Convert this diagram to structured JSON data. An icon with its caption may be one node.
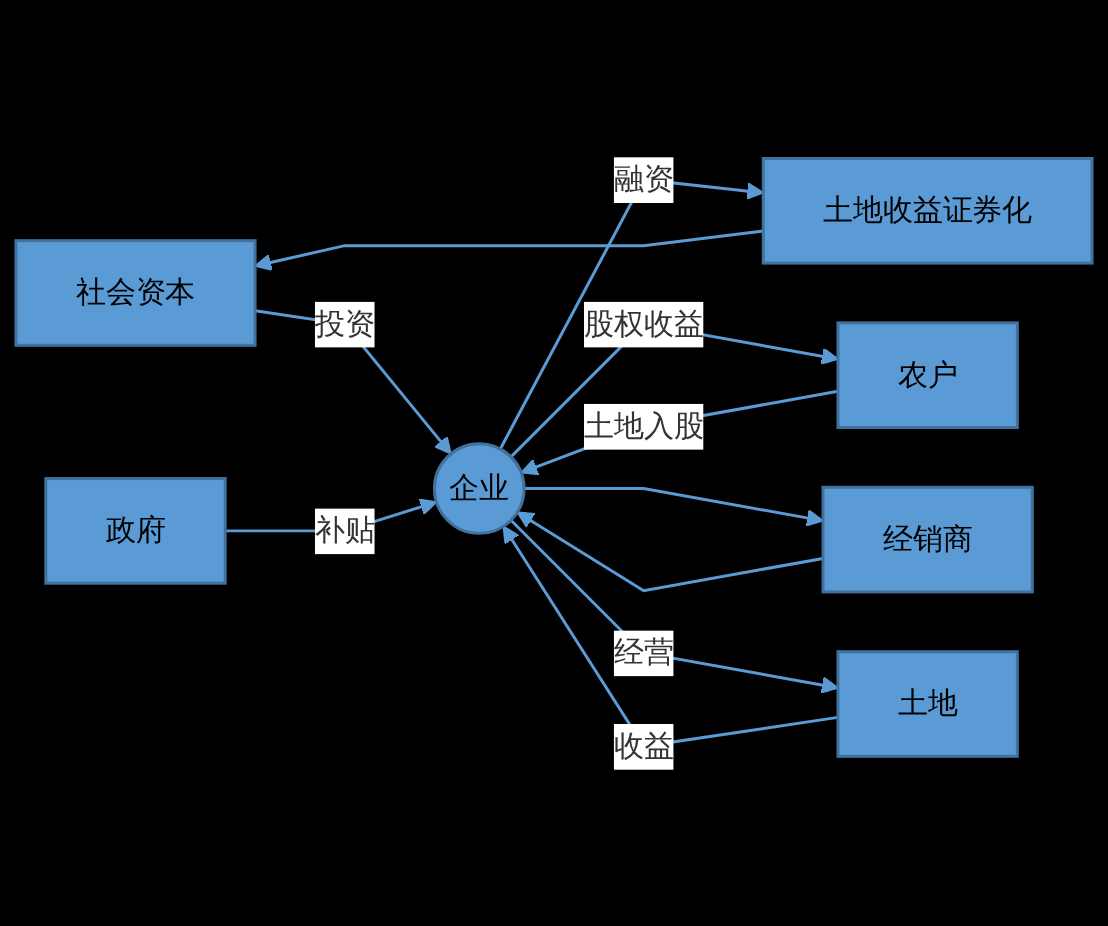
{
  "diagram": {
    "nodes": [
      {
        "text": [
          "社会资本"
        ]
      },
      {
        "text": [
          "土地收益证券化"
        ]
      },
      {
        "text": [
          "农户"
        ]
      },
      {
        "text": [
          "企业"
        ]
      },
      {
        "text": [
          "政府"
        ]
      },
      {
        "text": [
          "经销商"
        ]
      },
      {
        "text": [
          "土地"
        ]
      }
    ],
    "edges": [
      {
        "from": 0,
        "to": 3,
        "arrow": "to",
        "label": "投资"
      },
      {
        "from": 3,
        "to": 1,
        "arrow": "to",
        "label": "融资"
      },
      {
        "from": 1,
        "to": 0,
        "arrow": "to"
      },
      {
        "from": 2,
        "to": 3,
        "arrow": "to",
        "label": "土地入股"
      },
      {
        "from": 3,
        "to": 2,
        "arrow": "to",
        "label": "股权收益"
      },
      {
        "from": 4,
        "to": 3,
        "arrow": "to",
        "label": "补贴"
      },
      {
        "from": 5,
        "to": 3,
        "arrow": "to"
      },
      {
        "from": 3,
        "to": 5,
        "arrow": "to"
      },
      {
        "from": 3,
        "to": 6,
        "arrow": "to",
        "label": "经营"
      },
      {
        "from": 6,
        "to": 3,
        "arrow": "to",
        "label": "收益"
      }
    ]
  }
}
